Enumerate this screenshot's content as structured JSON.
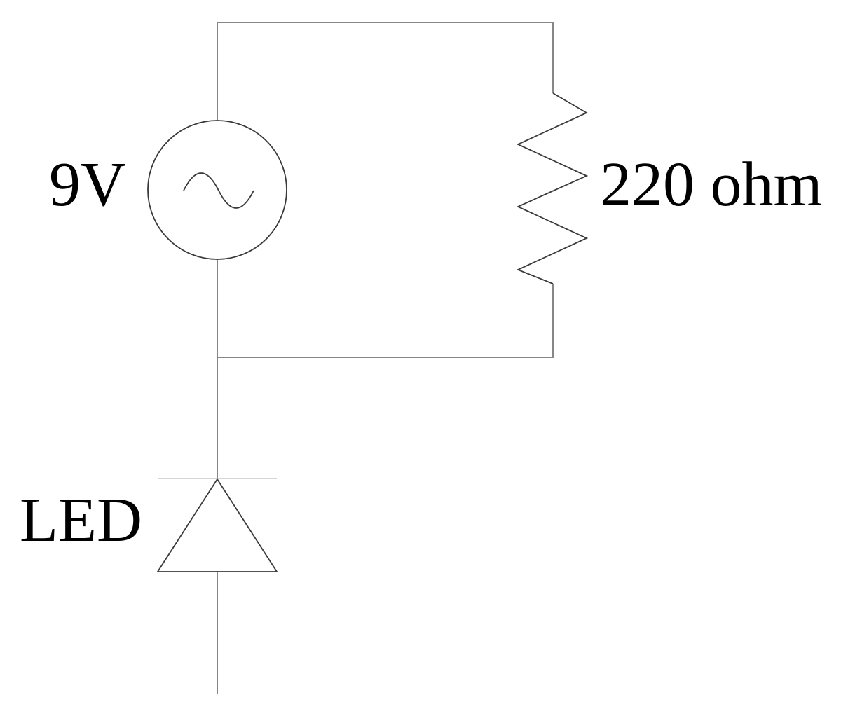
{
  "diagram": {
    "kind": "circuit-schematic",
    "colors": {
      "background": "#ffffff",
      "wire": "#878787",
      "component_stroke": "#3a3a3a",
      "led_bar": "#bbbbbb",
      "label": "#000000"
    },
    "components": [
      {
        "id": "ac-source",
        "type": "ac-voltage-source",
        "label": "9V"
      },
      {
        "id": "resistor",
        "type": "resistor",
        "label": "220 ohm"
      },
      {
        "id": "led",
        "type": "led-diode",
        "label": "LED"
      }
    ]
  }
}
